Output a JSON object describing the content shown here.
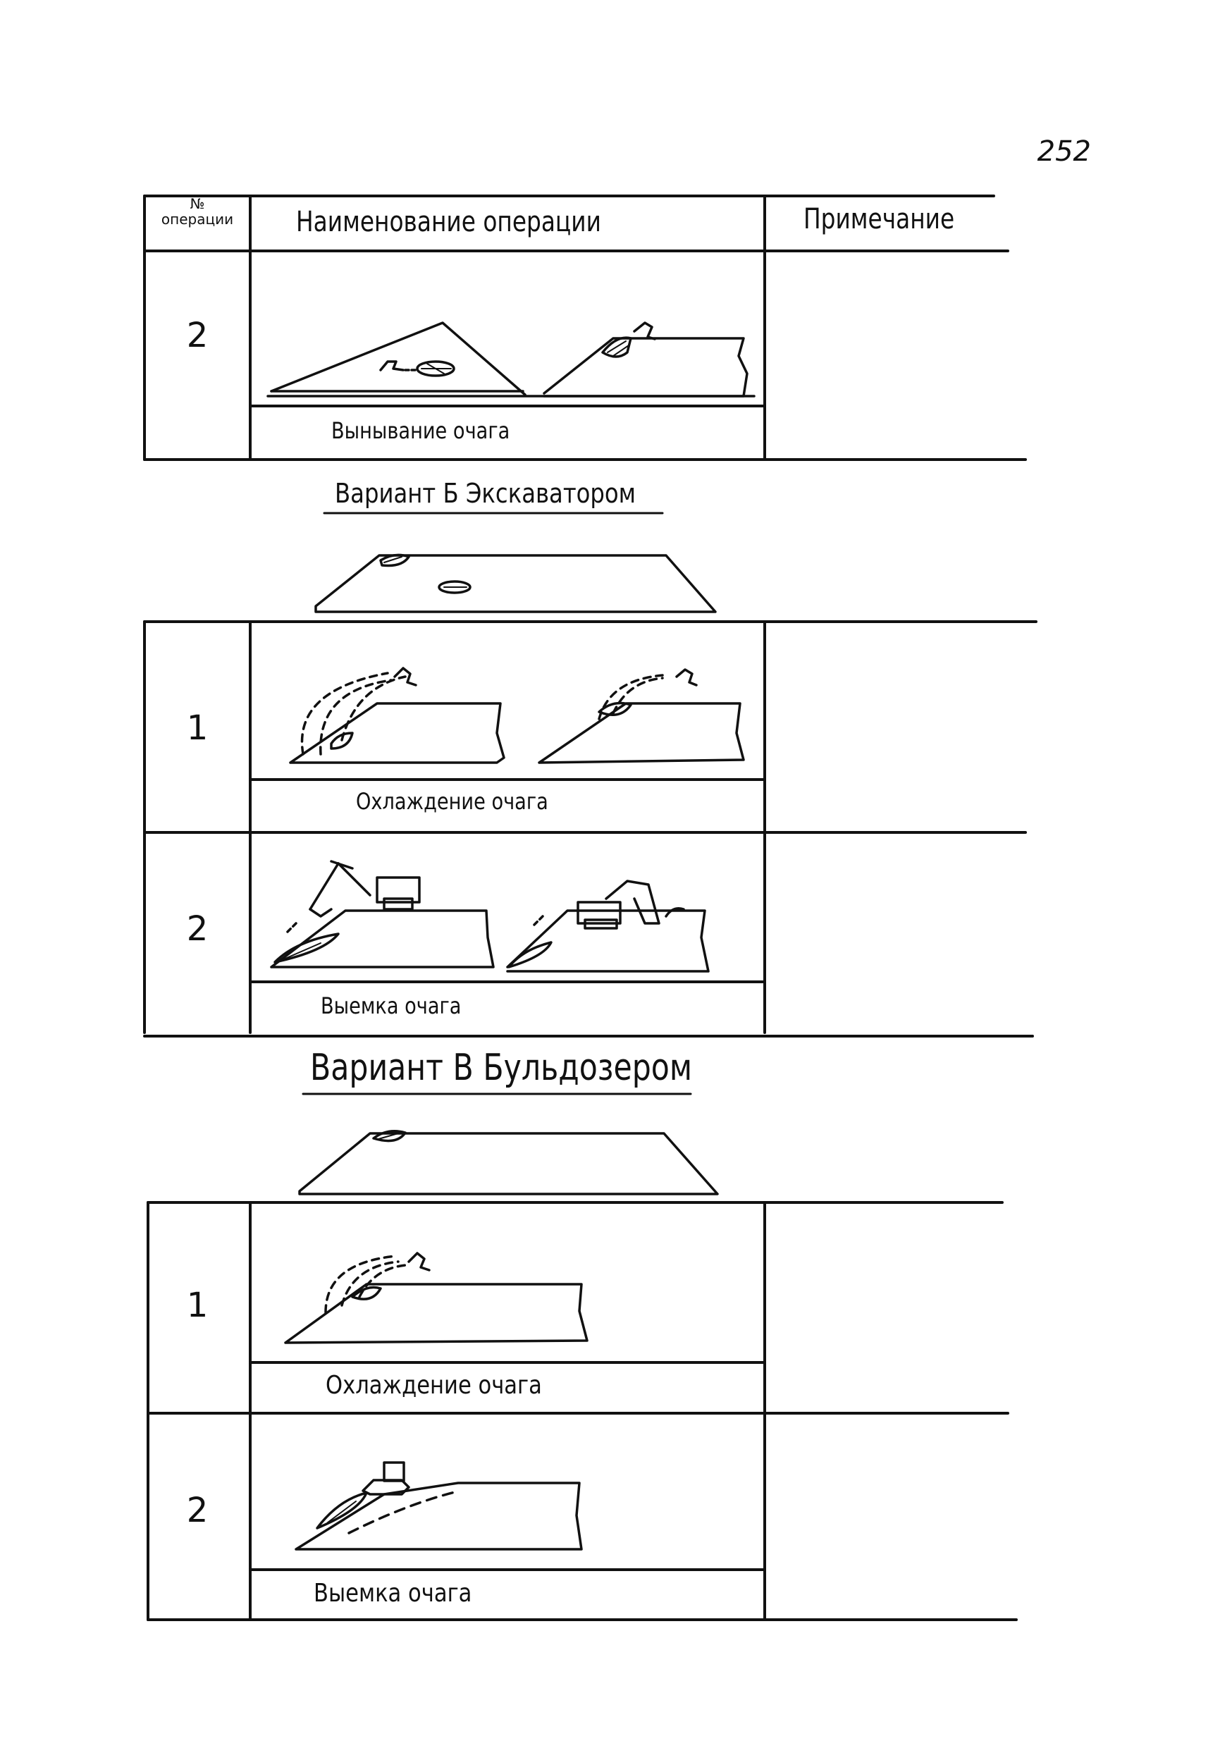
{
  "page_number": "252",
  "table_header": {
    "op_number_label_top": "№",
    "op_number_label": "операции",
    "op_name_label": "Наименование операции",
    "note_label": "Примечание"
  },
  "section_a": {
    "rows": [
      {
        "number": "2",
        "caption": "Вынывание очага"
      }
    ]
  },
  "variant_b": {
    "title": "Вариант Б Экскаватором",
    "rows": [
      {
        "number": "1",
        "caption": "Охлаждение очага"
      },
      {
        "number": "2",
        "caption": "Выемка очага"
      }
    ]
  },
  "variant_v": {
    "title": "Вариант В Бульдозером",
    "rows": [
      {
        "number": "1",
        "caption": "Охлаждение очага"
      },
      {
        "number": "2",
        "caption": "Выемка очага"
      }
    ]
  }
}
